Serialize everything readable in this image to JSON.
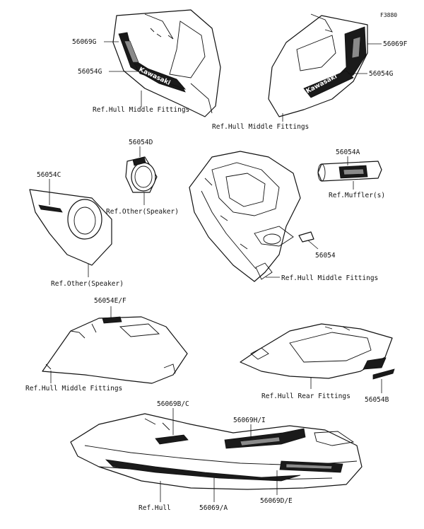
{
  "figure_code": "F3880",
  "labels": {
    "p56069G": "56069G",
    "p56054G_left": "56054G",
    "ref_hull_middle_1": "Ref.Hull Middle Fittings",
    "p56069F": "56069F",
    "p56054G_right": "56054G",
    "ref_hull_middle_2": "Ref.Hull Middle Fittings",
    "p56054D": "56054D",
    "ref_other_speaker_1": "Ref.Other(Speaker)",
    "p56054C": "56054C",
    "ref_other_speaker_2": "Ref.Other(Speaker)",
    "p56054A": "56054A",
    "ref_muffler": "Ref.Muffler(s)",
    "p56054": "56054",
    "ref_hull_middle_3": "Ref.Hull Middle Fittings",
    "p56054EF": "56054E/F",
    "ref_hull_middle_4": "Ref.Hull Middle Fittings",
    "ref_hull_rear": "Ref.Hull Rear Fittings",
    "p56054B": "56054B",
    "p56069BC": "56069B/C",
    "p56069HI": "56069H/I",
    "ref_hull": "Ref.Hull",
    "p56069A": "56069/A",
    "p56069DE": "56069D/E"
  },
  "brand_text": {
    "left_panel": "Kawasaki",
    "right_panel": "Kawasaki"
  },
  "colors": {
    "line": "#111111",
    "decal_dark": "#1a1a1a",
    "decal_grey": "#8a8a8a"
  }
}
